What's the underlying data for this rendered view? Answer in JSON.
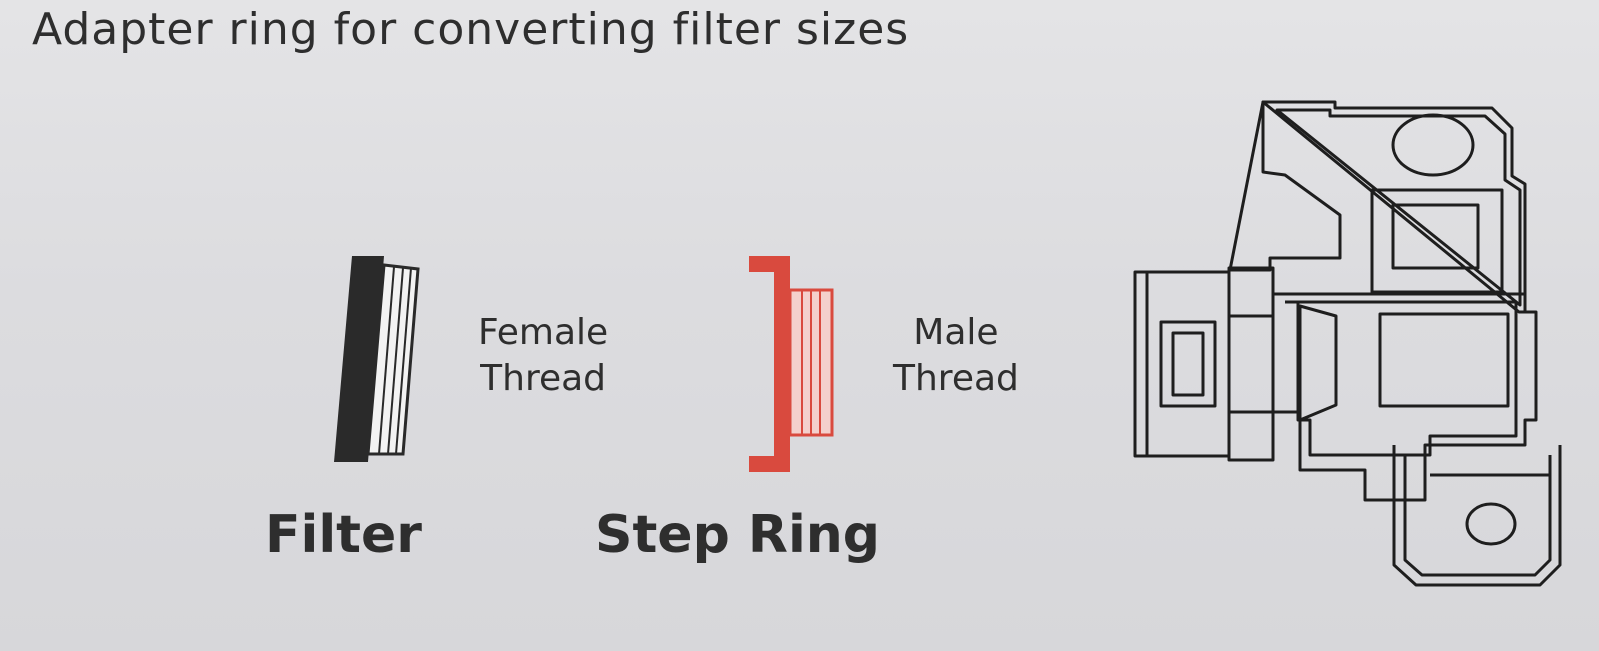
{
  "heading": {
    "subtitle": "Adapter ring for converting filter sizes"
  },
  "diagram": {
    "female_thread": {
      "line1": "Female",
      "line2": "Thread"
    },
    "male_thread": {
      "line1": "Male",
      "line2": "Thread"
    },
    "filter_label": "Filter",
    "step_ring_label": "Step Ring"
  },
  "colors": {
    "step_ring": "#d94a3e",
    "filter_rim": "#2a2a2a",
    "line_art": "#1e1e1e"
  },
  "icons": {
    "filter": "filter-side-view-icon",
    "step_ring": "step-ring-side-view-icon",
    "camera": "camera-outline-icon"
  }
}
